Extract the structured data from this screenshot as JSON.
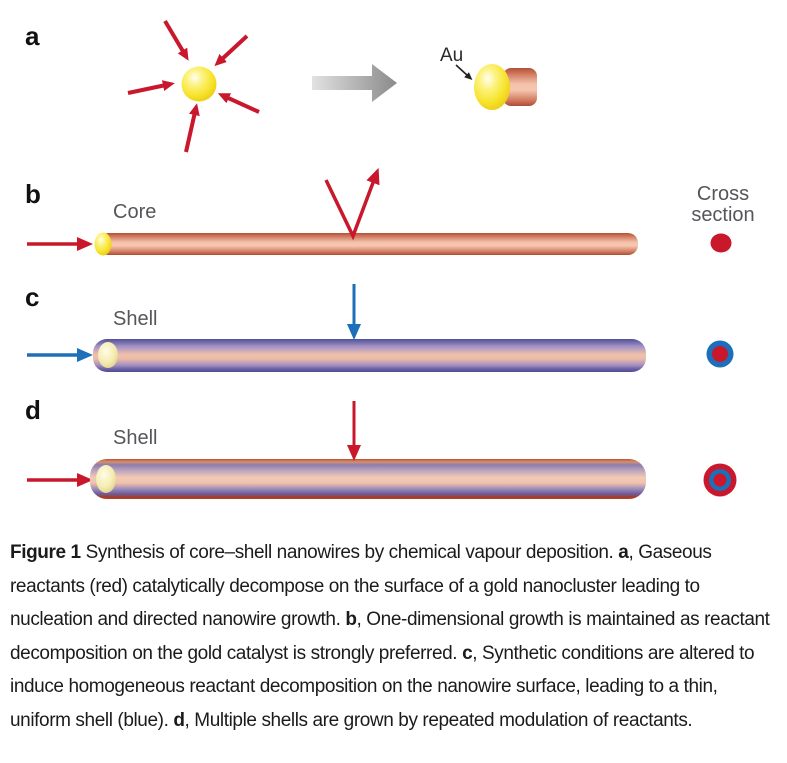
{
  "figure": {
    "panel_a": {
      "label": "a",
      "au_label": "Au"
    },
    "panel_b": {
      "label": "b",
      "wire_label": "Core",
      "cross_heading_line1": "Cross",
      "cross_heading_line2": "section"
    },
    "panel_c": {
      "label": "c",
      "wire_label": "Shell"
    },
    "panel_d": {
      "label": "d",
      "wire_label": "Shell"
    },
    "colors": {
      "reactant_red": "#c9182b",
      "shell_blue": "#1c6fb8",
      "gold_yellow": "#f7e42e",
      "core_salmon": "#f4c2ab",
      "block_arrow_gray_light": "#e2e2e2",
      "block_arrow_gray_dark": "#8a8a8a",
      "label_gray": "#55565a",
      "caption_black": "#1b1b1b"
    },
    "caption": {
      "segments": [
        {
          "text": "Figure 1",
          "bold": true
        },
        {
          "text": " Synthesis of core–shell nanowires by chemical vapour deposition. ",
          "bold": false
        },
        {
          "text": "a",
          "bold": true
        },
        {
          "text": ", Gaseous reactants (red) catalytically decompose on the surface of a gold nanocluster leading to nucleation and directed nanowire growth. ",
          "bold": false
        },
        {
          "text": "b",
          "bold": true
        },
        {
          "text": ", One-dimensional growth is maintained as reactant decomposition on the gold catalyst is strongly preferred. ",
          "bold": false
        },
        {
          "text": "c",
          "bold": true
        },
        {
          "text": ", Synthetic conditions are altered to induce homogeneous reactant decomposition on the nanowire surface, leading to a thin, uniform shell (blue). ",
          "bold": false
        },
        {
          "text": "d",
          "bold": true
        },
        {
          "text": ", Multiple shells are grown by repeated modulation of reactants.",
          "bold": false
        }
      ]
    }
  }
}
